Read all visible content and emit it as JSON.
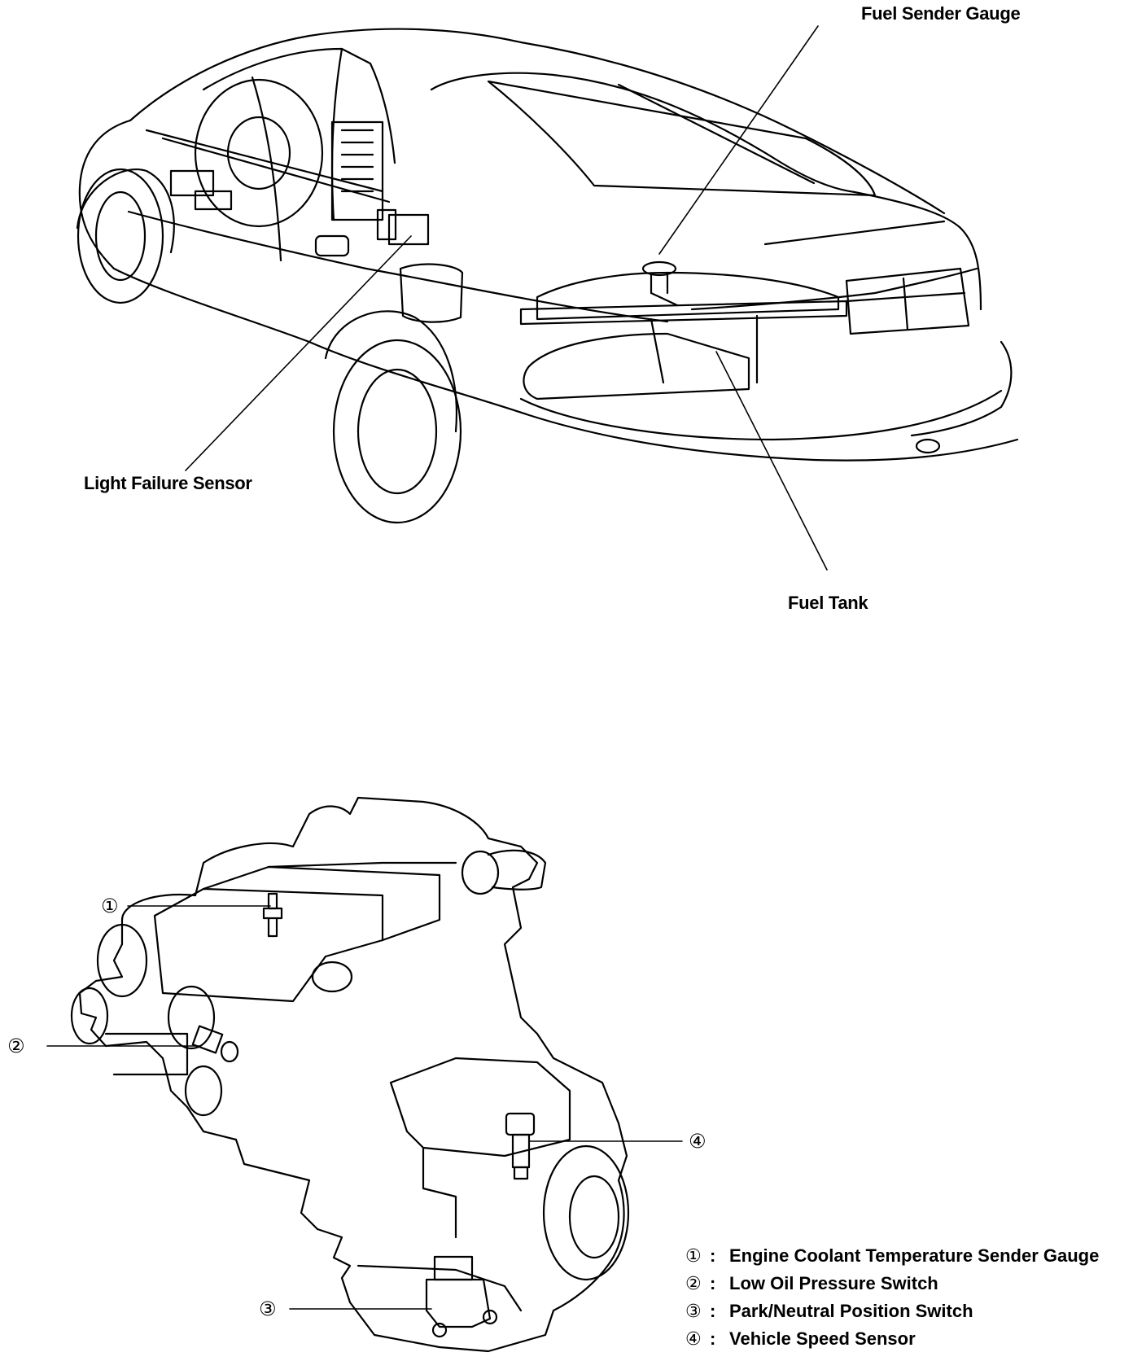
{
  "car_callouts": {
    "fuel_sender_gauge": "Fuel Sender Gauge",
    "light_failure_sensor": "Light Failure Sensor",
    "fuel_tank": "Fuel Tank"
  },
  "engine_callouts": {
    "c1": "①",
    "c2": "②",
    "c3": "③",
    "c4": "④"
  },
  "legend": [
    {
      "num": "①",
      "sep": ":",
      "text": "Engine Coolant Temperature Sender Gauge"
    },
    {
      "num": "②",
      "sep": ":",
      "text": "Low Oil Pressure Switch"
    },
    {
      "num": "③",
      "sep": ":",
      "text": "Park/Neutral Position Switch"
    },
    {
      "num": "④",
      "sep": ":",
      "text": "Vehicle Speed Sensor"
    }
  ]
}
